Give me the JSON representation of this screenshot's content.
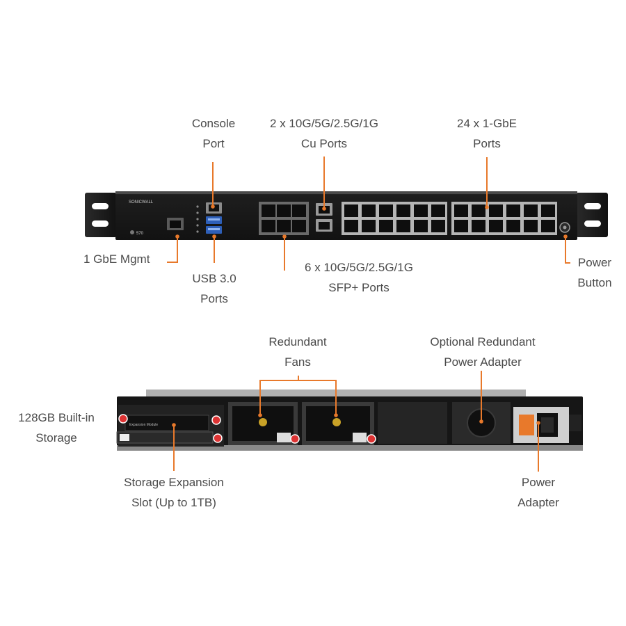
{
  "front_panel": {
    "logo_text": "SONICWALL",
    "model_text": "570",
    "callouts": {
      "console_port": [
        "Console",
        "Port"
      ],
      "cu_ports": [
        "2 x 10G/5G/2.5G/1G",
        "Cu Ports"
      ],
      "gbe_ports": [
        "24 x 1-GbE",
        "Ports"
      ],
      "mgmt_port": [
        "1 GbE Mgmt"
      ],
      "usb": [
        "USB 3.0",
        "Ports"
      ],
      "sfp_ports": [
        "6 x 10G/5G/2.5G/1G",
        "SFP+ Ports"
      ],
      "power_button": [
        "Power",
        "Button"
      ]
    }
  },
  "rear_panel": {
    "expansion_module_text": "Expansion Module",
    "callouts": {
      "fans": [
        "Redundant",
        "Fans"
      ],
      "optional_power": [
        "Optional Redundant",
        "Power Adapter"
      ],
      "storage_builtin": [
        "128GB Built-in",
        "Storage"
      ],
      "storage_slot": [
        "Storage Expansion",
        "Slot (Up to 1TB)"
      ],
      "power_adapter": [
        "Power",
        "Adapter"
      ]
    }
  },
  "colors": {
    "accent": "#e8792b",
    "chassis": "#1a1a1a",
    "text": "#4a4a4a"
  }
}
